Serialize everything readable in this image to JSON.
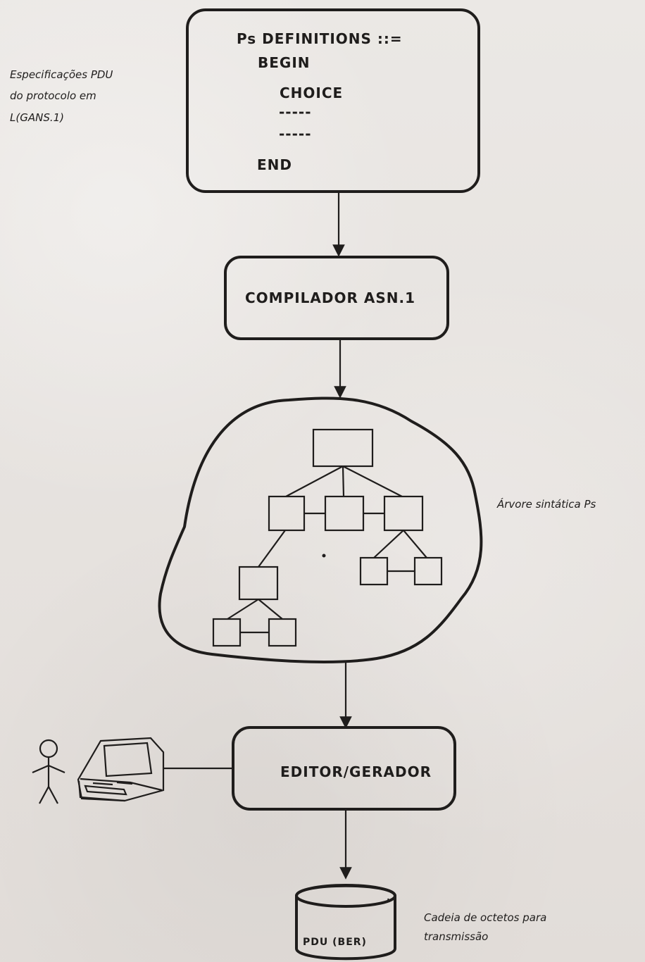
{
  "left_note": {
    "line1": "Especificações PDU",
    "line2": "do protocolo em",
    "line3": "L(GANS.1)"
  },
  "definitions_box": {
    "title": "Ps DEFINITIONS ::=",
    "begin": "BEGIN",
    "choice": "CHOICE",
    "dash1": "-----",
    "dash2": "-----",
    "end": "END"
  },
  "compiler_box": {
    "label": "COMPILADOR ASN.1"
  },
  "tree_label": "Árvore sintática Ps",
  "editor_box": {
    "label": "EDITOR/GERADOR"
  },
  "database": {
    "label": "PDU (BER)"
  },
  "right_note": {
    "line1": "Cadeia de octetos para",
    "line2": "transmissão"
  }
}
